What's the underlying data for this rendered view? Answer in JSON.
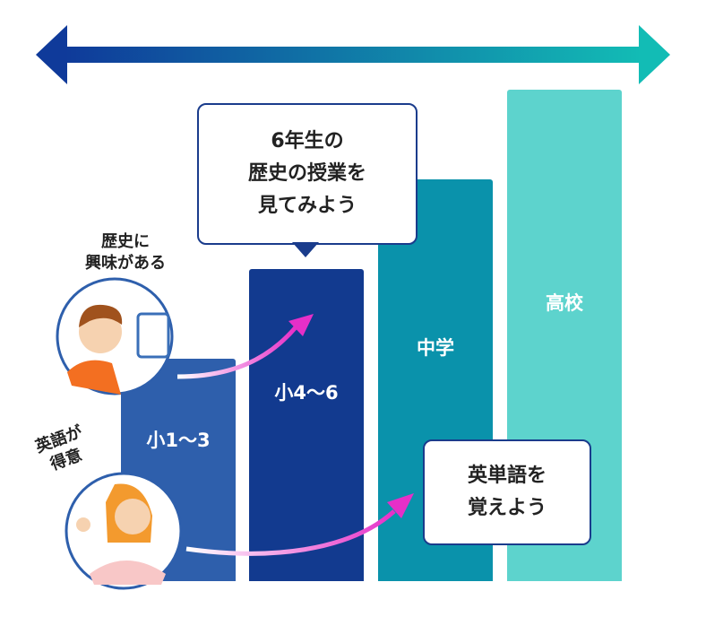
{
  "bars": [
    {
      "label": "小1〜3",
      "color": "#2e5fac"
    },
    {
      "label": "小4〜6",
      "color": "#123a8f"
    },
    {
      "label": "中学",
      "color": "#0a92ab"
    },
    {
      "label": "高校",
      "color": "#5dd3cd"
    }
  ],
  "callout_history": [
    "6年生の",
    "歴史の授業を",
    "見てみよう"
  ],
  "callout_english": [
    "英単語を",
    "覚えよう"
  ],
  "student_history": [
    "歴史に",
    "興味がある"
  ],
  "student_english": [
    "英語が",
    "得意"
  ],
  "colors": {
    "arrow_start": "#0f3a9a",
    "arrow_end": "#12bcb5",
    "curve": "#e62fc8"
  }
}
